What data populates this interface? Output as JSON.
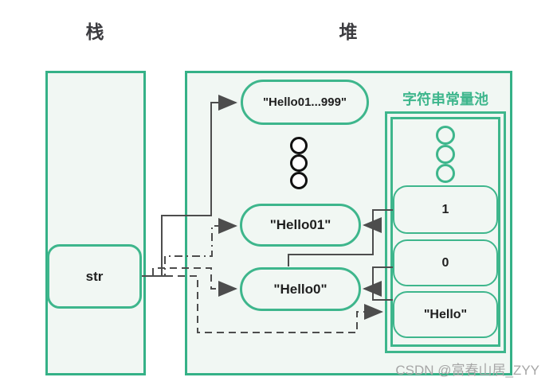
{
  "titles": {
    "stack": "栈",
    "heap": "堆"
  },
  "stack": {
    "variable": "str"
  },
  "heap": {
    "objects": {
      "latest": "\"Hello01...999\"",
      "hello01": "\"Hello01\"",
      "hello0": "\"Hello0\""
    }
  },
  "pool": {
    "label": "字符串常量池",
    "items": [
      "1",
      "0",
      "\"Hello\""
    ]
  },
  "watermark": "CSDN @富春山居_ZYY",
  "colors": {
    "shape_green": "#3eb68c",
    "region_green": "#35b187",
    "shape_fill": "#f1f7f3",
    "connector_gray": "#4d4d4d",
    "text_dark": "#1f1f1f",
    "watermark_gray": "#a6a6a6"
  }
}
